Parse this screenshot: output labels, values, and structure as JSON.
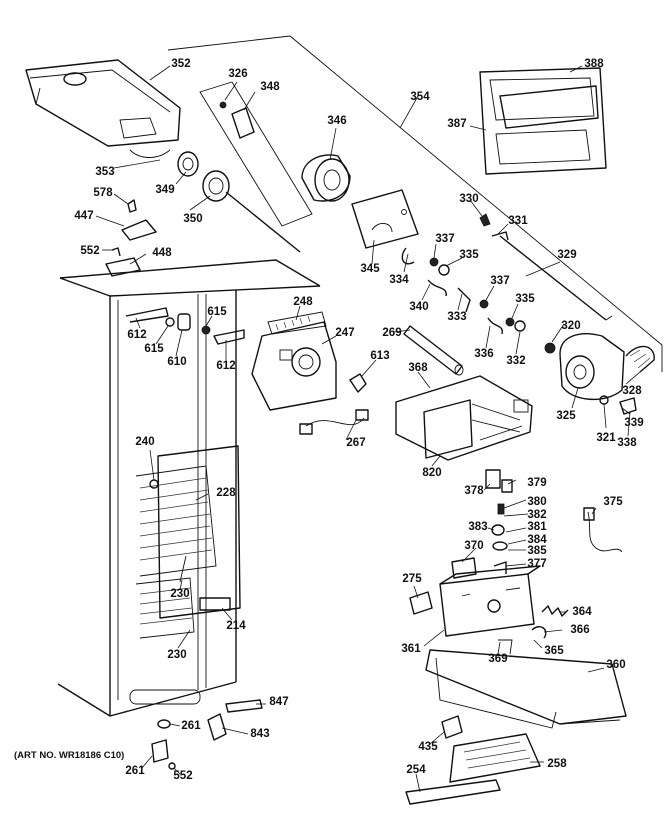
{
  "note": "(ART NO. WR18186 C10)",
  "callouts": [
    {
      "id": "c352",
      "text": "352"
    },
    {
      "id": "c326",
      "text": "326"
    },
    {
      "id": "c348",
      "text": "348"
    },
    {
      "id": "c354",
      "text": "354"
    },
    {
      "id": "c388",
      "text": "388"
    },
    {
      "id": "c387",
      "text": "387"
    },
    {
      "id": "c346",
      "text": "346"
    },
    {
      "id": "c353",
      "text": "353"
    },
    {
      "id": "c349",
      "text": "349"
    },
    {
      "id": "c578",
      "text": "578"
    },
    {
      "id": "c350",
      "text": "350"
    },
    {
      "id": "c447",
      "text": "447"
    },
    {
      "id": "c552a",
      "text": "552"
    },
    {
      "id": "c448",
      "text": "448"
    },
    {
      "id": "c330",
      "text": "330"
    },
    {
      "id": "c331",
      "text": "331"
    },
    {
      "id": "c337a",
      "text": "337"
    },
    {
      "id": "c345",
      "text": "345"
    },
    {
      "id": "c335a",
      "text": "335"
    },
    {
      "id": "c329",
      "text": "329"
    },
    {
      "id": "c334",
      "text": "334"
    },
    {
      "id": "c340",
      "text": "340"
    },
    {
      "id": "c333",
      "text": "333"
    },
    {
      "id": "c337b",
      "text": "337"
    },
    {
      "id": "c335b",
      "text": "335"
    },
    {
      "id": "c248",
      "text": "248"
    },
    {
      "id": "c615a",
      "text": "615"
    },
    {
      "id": "c612a",
      "text": "612"
    },
    {
      "id": "c615b",
      "text": "615"
    },
    {
      "id": "c610",
      "text": "610"
    },
    {
      "id": "c612b",
      "text": "612"
    },
    {
      "id": "c247",
      "text": "247"
    },
    {
      "id": "c269",
      "text": "269"
    },
    {
      "id": "c320",
      "text": "320"
    },
    {
      "id": "c336",
      "text": "336"
    },
    {
      "id": "c332",
      "text": "332"
    },
    {
      "id": "c613",
      "text": "613"
    },
    {
      "id": "c368",
      "text": "368"
    },
    {
      "id": "c328",
      "text": "328"
    },
    {
      "id": "c325",
      "text": "325"
    },
    {
      "id": "c339",
      "text": "339"
    },
    {
      "id": "c321",
      "text": "321"
    },
    {
      "id": "c338",
      "text": "338"
    },
    {
      "id": "c267",
      "text": "267"
    },
    {
      "id": "c240",
      "text": "240"
    },
    {
      "id": "c820",
      "text": "820"
    },
    {
      "id": "c228",
      "text": "228"
    },
    {
      "id": "c378",
      "text": "378"
    },
    {
      "id": "c379",
      "text": "379"
    },
    {
      "id": "c380",
      "text": "380"
    },
    {
      "id": "c382",
      "text": "382"
    },
    {
      "id": "c375",
      "text": "375"
    },
    {
      "id": "c383",
      "text": "383"
    },
    {
      "id": "c381",
      "text": "381"
    },
    {
      "id": "c384",
      "text": "384"
    },
    {
      "id": "c385",
      "text": "385"
    },
    {
      "id": "c370",
      "text": "370"
    },
    {
      "id": "c377",
      "text": "377"
    },
    {
      "id": "c275",
      "text": "275"
    },
    {
      "id": "c230a",
      "text": "230"
    },
    {
      "id": "c364",
      "text": "364"
    },
    {
      "id": "c214",
      "text": "214"
    },
    {
      "id": "c366",
      "text": "366"
    },
    {
      "id": "c230b",
      "text": "230"
    },
    {
      "id": "c361",
      "text": "361"
    },
    {
      "id": "c369",
      "text": "369"
    },
    {
      "id": "c365",
      "text": "365"
    },
    {
      "id": "c360",
      "text": "360"
    },
    {
      "id": "c847",
      "text": "847"
    },
    {
      "id": "c261a",
      "text": "261"
    },
    {
      "id": "c843",
      "text": "843"
    },
    {
      "id": "c435",
      "text": "435"
    },
    {
      "id": "c258",
      "text": "258"
    },
    {
      "id": "c261b",
      "text": "261"
    },
    {
      "id": "c552b",
      "text": "552"
    },
    {
      "id": "c254",
      "text": "254"
    }
  ]
}
